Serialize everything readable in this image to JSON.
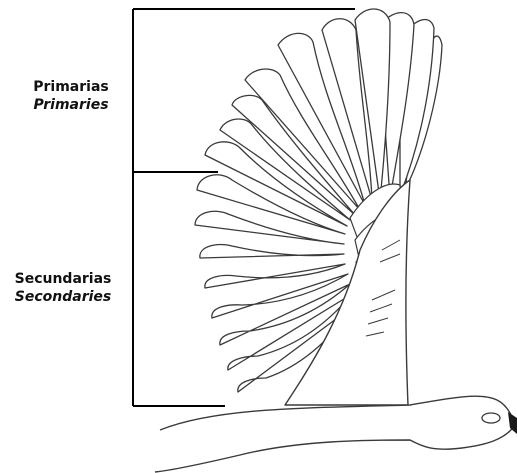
{
  "labels": {
    "primaries": {
      "spanish": "Primarias",
      "english": "Primaries"
    },
    "secondaries": {
      "spanish": "Secundarias",
      "english": "Secondaries"
    }
  },
  "colors": {
    "outline": "#3a3a3a",
    "bracket": "#000000",
    "text": "#111111",
    "background": "#ffffff",
    "beak": "#1a1a1a"
  }
}
